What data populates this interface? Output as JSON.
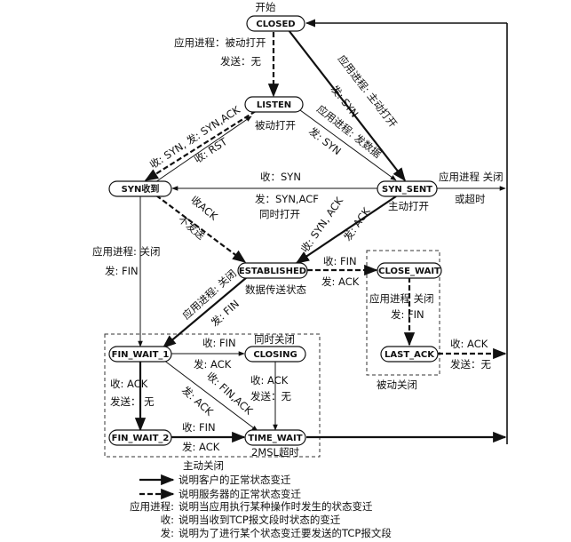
{
  "states": {
    "closed": "CLOSED",
    "listen": "LISTEN",
    "syn_rcvd": "SYN收到",
    "syn_sent": "SYN_SENT",
    "established": "ESTABLISHED",
    "close_wait": "CLOSE_WAIT",
    "fin_wait_1": "FIN_WAIT_1",
    "closing": "CLOSING",
    "last_ack": "LAST_ACK",
    "fin_wait_2": "FIN_WAIT_2",
    "time_wait": "TIME_WAIT"
  },
  "labels": {
    "start": "开始",
    "passive_open_app": "应用进程：被动打开",
    "passive_open_send": "发送：无",
    "passive_open": "被动打开",
    "listen_to_syn_rcvd": "收: SYN, 发: SYN,ACK",
    "rst": "收: RST",
    "active_open_app": "应用进程: 主动打开",
    "active_open_send": "发: SYN",
    "send_data_app": "应用进程: 发数据",
    "send_data_syn": "发: SYN",
    "simul_recv": "收：SYN",
    "simul_send": "发：SYN,ACF",
    "simul_open": "同时打开",
    "active_open": "主动打开",
    "app_close_right": "应用进程 关闭",
    "or_timeout": "或超时",
    "recv_ack": "收ACK",
    "no_send": "不发送",
    "synsent_est_recv": "收: SYN, ACK",
    "synsent_est_send": "发: ACK",
    "est_recv_fin": "收: FIN",
    "est_send_ack": "发: ACK",
    "data_transfer": "数据传送状态",
    "app_close_left": "应用进程: 关闭",
    "send_fin_left": "发: FIN",
    "est_fw1_close": "应用进程: 关闭",
    "est_fw1_fin": "发: FIN",
    "cw_app_close": "应用进程  关闭",
    "cw_send_fin": "发:    FIN",
    "simul_close": "同时关闭",
    "fw1_recv_fin": "收: FIN",
    "fw1_send_ack": "发: ACK",
    "fw1_fw2_recv": "收: ACK",
    "fw1_fw2_send": "发送：  无",
    "fw1_tw_recv": "收: FIN,ACK",
    "fw1_tw_send": "发: ACK",
    "closing_recv": "收: ACK",
    "closing_send": "发送：无",
    "fw2_tw_recv": "收: FIN",
    "fw2_tw_send": "发: ACK",
    "msl": "2MSL超时",
    "active_close": "主动关闭",
    "la_recv": "收: ACK",
    "la_send": "发送：无",
    "passive_close": "被动关闭"
  },
  "legend": {
    "client_line": "说明客户的正常状态变迁",
    "server_line": "说明服务器的正常状态变迁",
    "app_key": "应用进程:",
    "app_desc": "说明当应用执行某种操作时发生的状态变迁",
    "recv_key": "收:",
    "recv_desc": "说明当收到TCP报文段时状态的变迁",
    "send_key": "发:",
    "send_desc": "说明为了进行某个状态变迁要发送的TCP报文段"
  }
}
